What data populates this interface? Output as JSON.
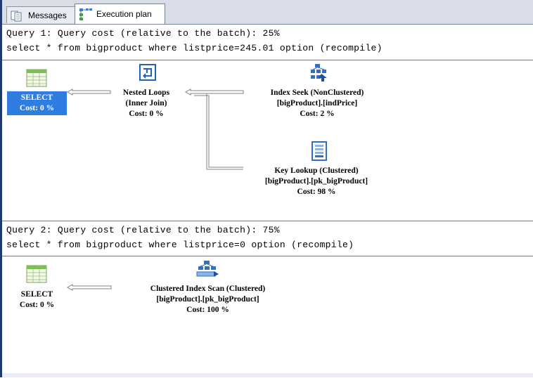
{
  "tabs": [
    {
      "label": "Messages",
      "icon": "messages-icon",
      "active": false
    },
    {
      "label": "Execution plan",
      "icon": "execution-plan-icon",
      "active": true
    }
  ],
  "query1": {
    "header": "Query 1: Query cost (relative to the batch): 25%",
    "sql": "select * from bigproduct where listprice=245.01 option (recompile)",
    "nodes": {
      "select": {
        "name": "SELECT",
        "cost": "Cost: 0 %"
      },
      "nested_loops": {
        "name": "Nested Loops",
        "sub": "(Inner Join)",
        "cost": "Cost: 0 %"
      },
      "index_seek": {
        "name": "Index Seek (NonClustered)",
        "object": "[bigProduct].[indPrice]",
        "cost": "Cost: 2 %"
      },
      "key_lookup": {
        "name": "Key Lookup (Clustered)",
        "object": "[bigProduct].[pk_bigProduct]",
        "cost": "Cost: 98 %"
      }
    }
  },
  "query2": {
    "header": "Query 2: Query cost (relative to the batch): 75%",
    "sql": "select * from bigproduct where listprice=0 option (recompile)",
    "nodes": {
      "select": {
        "name": "SELECT",
        "cost": "Cost: 0 %"
      },
      "clustered_scan": {
        "name": "Clustered Index Scan (Clustered)",
        "object": "[bigProduct].[pk_bigProduct]",
        "cost": "Cost: 100 %"
      }
    }
  },
  "colors": {
    "selection": "#2f7de1",
    "tabbar": "#d8dde8",
    "rail": "#1f3b6e"
  }
}
